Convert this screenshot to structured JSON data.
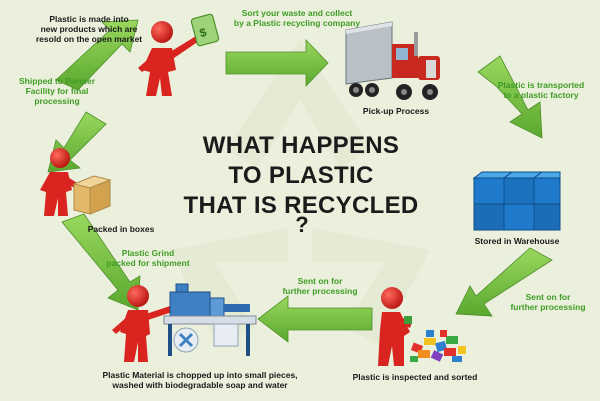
{
  "title": "WHAT HAPPENS\nTO PLASTIC\nTHAT IS RECYCLED",
  "question_mark": "?",
  "colors": {
    "background": "#ebf0dc",
    "arrow": "#7ac143",
    "accent_text": "#3f9c25",
    "figure": "#d9241f"
  },
  "steps": {
    "sort_collect": "Sort your waste and collect\nby a Plastic recycling company",
    "pickup": "Pick-up Process",
    "transported": "Plastic is transported\nto a plastic factory",
    "stored": "Stored in Warehouse",
    "sent_right": "Sent on for\nfurther processing",
    "inspected": "Plastic is inspected and sorted",
    "sent_mid": "Sent on for\nfurther processing",
    "chopped": "Plastic Material is chopped up into small pieces,\nwashed with biodegradable soap and water",
    "grind": "Plastic Grind\npacked for shipment",
    "packed": "Packed in boxes",
    "shipped": "Shipped to Partner\nFacility for final\nprocessing",
    "resold": "Plastic is made into\nnew products which are\nresold on the open market"
  },
  "icons": [
    "recycle-watermark-icon",
    "truck-icon",
    "warehouse-crates-icon",
    "plastic-pile-icon",
    "shredder-machine-icon",
    "cardboard-box-icon",
    "money-bag-icon",
    "stick-figure-icon"
  ]
}
